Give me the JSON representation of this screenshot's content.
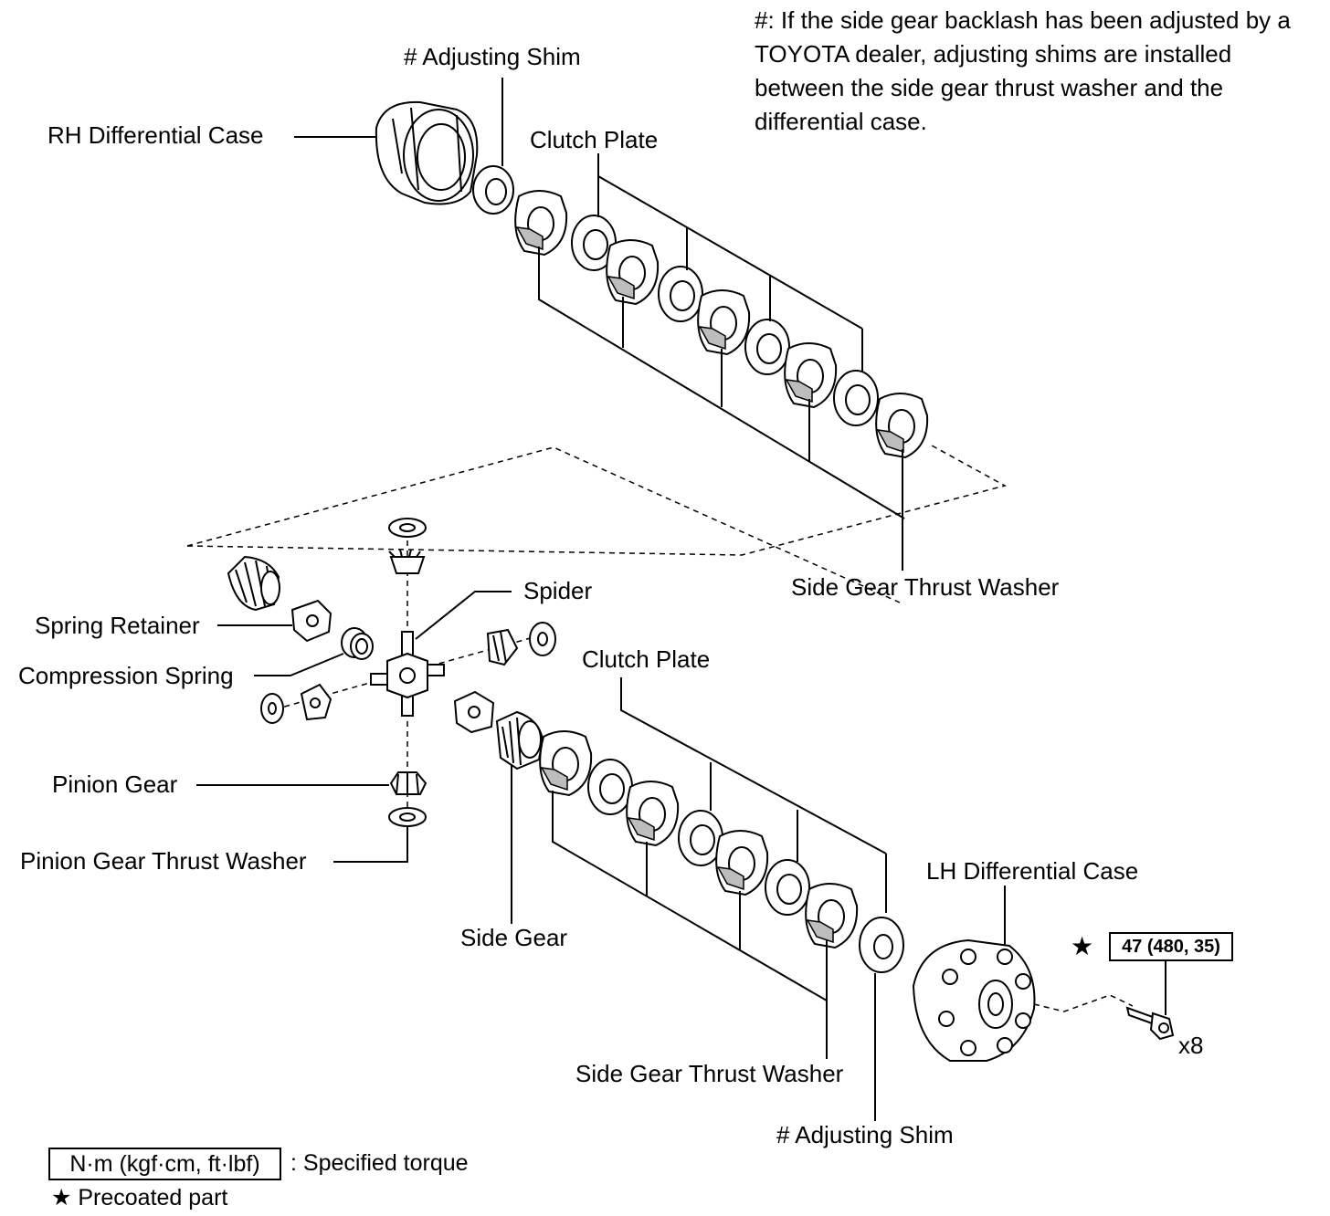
{
  "note": "#: If the side gear backlash has been adjusted by a TOYOTA dealer, adjusting shims are installed between the side gear thrust washer and the differential case.",
  "labels": {
    "adjusting_shim_top": "# Adjusting Shim",
    "rh_differential_case": "RH Differential Case",
    "clutch_plate_top": "Clutch Plate",
    "side_gear_thrust_washer_top": "Side Gear Thrust Washer",
    "spider": "Spider",
    "spring_retainer": "Spring Retainer",
    "compression_spring": "Compression Spring",
    "clutch_plate_bottom": "Clutch Plate",
    "pinion_gear": "Pinion Gear",
    "pinion_gear_thrust_washer": "Pinion Gear Thrust Washer",
    "side_gear": "Side Gear",
    "lh_differential_case": "LH Differential Case",
    "side_gear_thrust_washer_bottom": "Side Gear Thrust Washer",
    "adjusting_shim_bottom": "# Adjusting Shim"
  },
  "torque": {
    "star": "★",
    "value": "47 (480, 35)",
    "quantity": "x8"
  },
  "legend": {
    "unit_box": "N·m (kgf·cm, ft·lbf)",
    "unit_text": ": Specified torque",
    "precoated": "★ Precoated part"
  }
}
